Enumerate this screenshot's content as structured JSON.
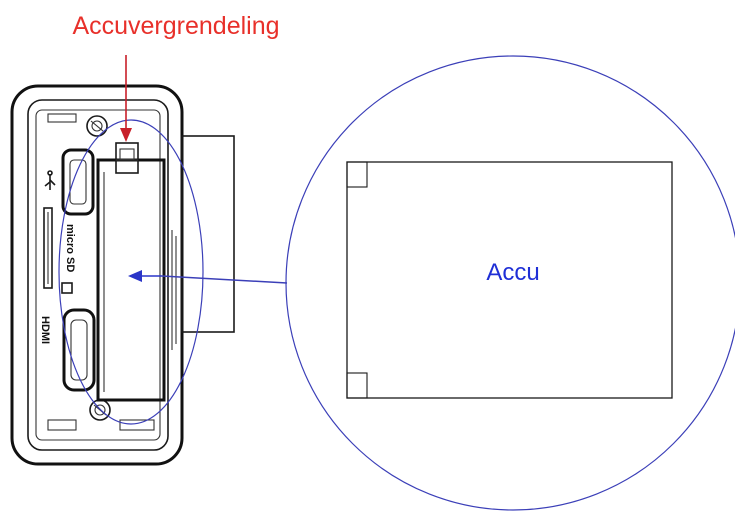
{
  "labels": {
    "battery_latch": "Accuvergrendeling",
    "battery": "Accu",
    "port_sd": "micro SD",
    "port_hdmi": "HDMI"
  },
  "colors": {
    "latch_label": "#e8302a",
    "latch_arrow": "#c8202a",
    "battery_label": "#1f2fd6",
    "callout": "#3b3fb8",
    "device_line": "#1a1a1a"
  },
  "icons": {
    "usb": "usb-icon"
  }
}
